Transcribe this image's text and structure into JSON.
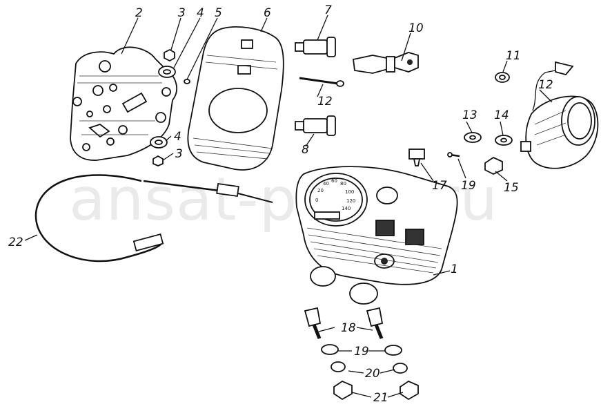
{
  "watermark": "ansat-parts.ru",
  "callouts": [
    {
      "id": "c1",
      "text": "1"
    },
    {
      "id": "c2",
      "text": "2"
    },
    {
      "id": "c3a",
      "text": "3"
    },
    {
      "id": "c3b",
      "text": "3"
    },
    {
      "id": "c4a",
      "text": "4"
    },
    {
      "id": "c4b",
      "text": "4"
    },
    {
      "id": "c5",
      "text": "5"
    },
    {
      "id": "c6",
      "text": "6"
    },
    {
      "id": "c7",
      "text": "7"
    },
    {
      "id": "c8",
      "text": "8"
    },
    {
      "id": "c10",
      "text": "10"
    },
    {
      "id": "c11",
      "text": "11"
    },
    {
      "id": "c12a",
      "text": "12"
    },
    {
      "id": "c12b",
      "text": "12"
    },
    {
      "id": "c13",
      "text": "13"
    },
    {
      "id": "c14",
      "text": "14"
    },
    {
      "id": "c15",
      "text": "15"
    },
    {
      "id": "c17",
      "text": "17"
    },
    {
      "id": "c18",
      "text": "18"
    },
    {
      "id": "c19a",
      "text": "19"
    },
    {
      "id": "c19b",
      "text": "19"
    },
    {
      "id": "c20",
      "text": "20"
    },
    {
      "id": "c21",
      "text": "21"
    },
    {
      "id": "c22",
      "text": "22"
    }
  ],
  "speedometer_scale": [
    "0",
    "20",
    "40",
    "60",
    "80",
    "100",
    "120",
    "140"
  ]
}
